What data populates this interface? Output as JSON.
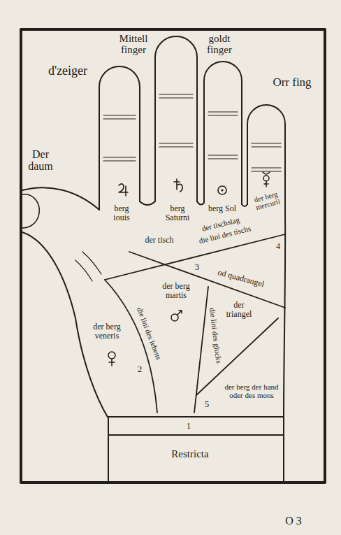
{
  "diagram": {
    "labels": [
      "d'zeiger",
      "Mittell finger",
      "goldt finger",
      "Orr fing",
      "Der daum",
      "berg iouis",
      "berg Saturni",
      "berg Sol",
      "der berg mercurii",
      "der tischslag",
      "die lini des tischs",
      "4",
      "der tisch",
      "3",
      "od quadrangel",
      "der berg martis",
      "die lini des lebens",
      "2",
      "der berg veneris",
      "die lini des glucks",
      "der triangel",
      "5",
      "der berg der hand oder des mons",
      "1",
      "Restricta",
      "O 3"
    ]
  }
}
